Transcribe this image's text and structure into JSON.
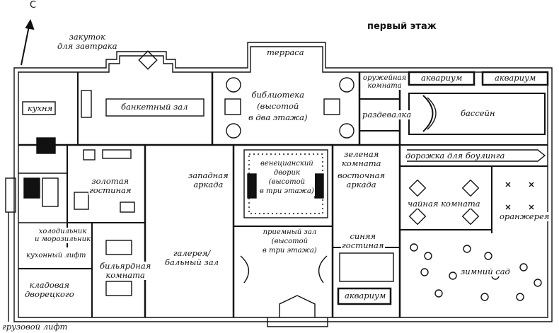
{
  "title": "первый этаж",
  "north_letter": "С",
  "rooms": {
    "terrace": "терраса",
    "breakfast_nook": [
      "закуток",
      "для завтрака"
    ],
    "kitchen": "кухня",
    "banquet_hall": "банкетный зал",
    "library": [
      "библиотека",
      "(высотой",
      "в два этажа)"
    ],
    "armory": [
      "оружейная",
      "комната"
    ],
    "aquarium_1": "аквариум",
    "aquarium_2": "аквариум",
    "dressing_room": "раздевалка",
    "pool": "бассейн",
    "green_room": [
      "зеленая",
      "комната"
    ],
    "bowling": "дорожка для боулинга",
    "golden_drawing_room": [
      "золотая",
      "гостиная"
    ],
    "west_arcade": [
      "западная",
      "аркада"
    ],
    "venetian_courtyard": [
      "венецианский",
      "дворик",
      "(высотой",
      "в три этажа)"
    ],
    "east_arcade": [
      "восточная",
      "аркада"
    ],
    "tea_room": "чайная комната",
    "orangery": "оранжерея",
    "fridge": [
      "холодильник",
      "и морозильник"
    ],
    "kitchen_lift": "кухонный лифт",
    "billiard_room": [
      "бильярдная",
      "комната"
    ],
    "gallery": [
      "галерея/",
      "бальный зал"
    ],
    "reception_hall": [
      "приемный зал",
      "(высотой",
      "в три этажа)"
    ],
    "blue_drawing_room": [
      "синяя",
      "гостиная"
    ],
    "winter_garden": "зимний сад",
    "butler_pantry": [
      "кладовая",
      "дворецкого"
    ],
    "aquarium_3": "аквариум",
    "freight_lift": "грузовой лифт"
  }
}
